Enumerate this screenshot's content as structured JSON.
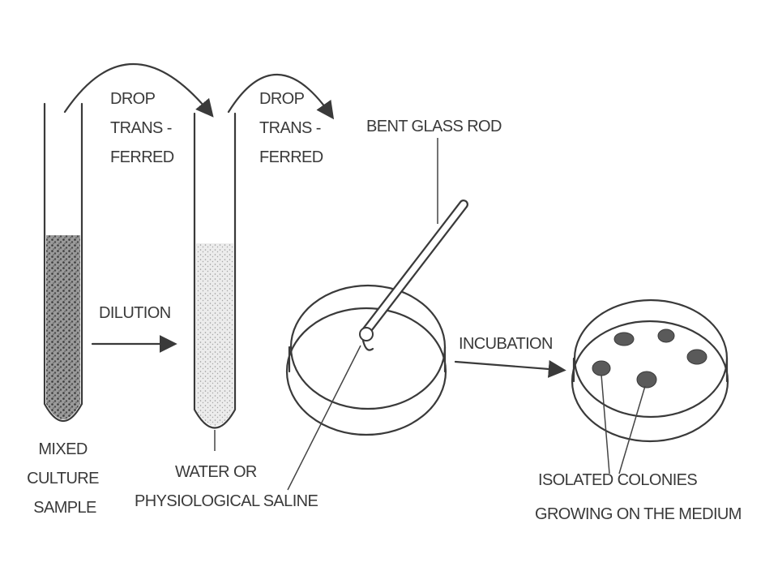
{
  "labels": {
    "drop1": [
      "DROP",
      "TRANS -",
      "FERRED"
    ],
    "drop2": [
      "DROP",
      "TRANS -",
      "FERRED"
    ],
    "bent_rod": "BENT GLASS ROD",
    "dilution": "DILUTION",
    "incubation": "INCUBATION",
    "mixed_sample": [
      "MIXED",
      "CULTURE",
      "SAMPLE"
    ],
    "saline": [
      "WATER OR",
      "PHYSIOLOGICAL SALINE"
    ],
    "colonies": [
      "ISOLATED COLONIES",
      "GROWING ON THE MEDIUM"
    ]
  },
  "colors": {
    "ink": "#3a3a3a",
    "dense_culture": "#6b6b6b",
    "dilute_culture": "#b5b5b5",
    "background": "#ffffff"
  },
  "icons": [
    "test-tube-icon",
    "petri-dish-icon",
    "glass-rod-icon",
    "arrow-icon",
    "colony-icon"
  ]
}
